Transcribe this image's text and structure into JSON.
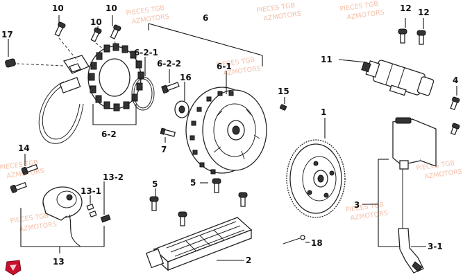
{
  "callouts": {
    "c10a": "10",
    "c10b": "10",
    "c10c": "10",
    "c17": "17",
    "c6": "6",
    "c621": "6-2-1",
    "c622": "6-2-2",
    "c61": "6-1",
    "c16": "16",
    "c62": "6-2",
    "c7": "7",
    "c15": "15",
    "c1": "1",
    "c11": "11",
    "c12a": "12",
    "c12b": "12",
    "c4": "4",
    "c14": "14",
    "c132": "13-2",
    "c131": "13-1",
    "c13": "13",
    "c5a": "5",
    "c5b": "5",
    "c2": "2",
    "c18": "18",
    "c3": "3",
    "c31": "3-1"
  },
  "watermarks": {
    "w1": "PIECES TGB",
    "w2": "AZMOTORS",
    "w3": "PIECES TGB",
    "w4": "AZMOTORS",
    "w5": "PIECES TGB",
    "w6": "AZMOTORS",
    "w7": "PIECES TGB",
    "w8": "AZMOTORS",
    "w9": "PIECES TGB",
    "w10": "AZMOTORS",
    "w11": "PIECES TGB",
    "w12": "AZMOTORS",
    "w13": "PIECES TGB",
    "w14": "AZMOTORS",
    "w15": "PIECES TGB",
    "w16": "AZMOTORS"
  },
  "colors": {
    "watermark": "#f2b49a",
    "logo": "#c8102e"
  }
}
